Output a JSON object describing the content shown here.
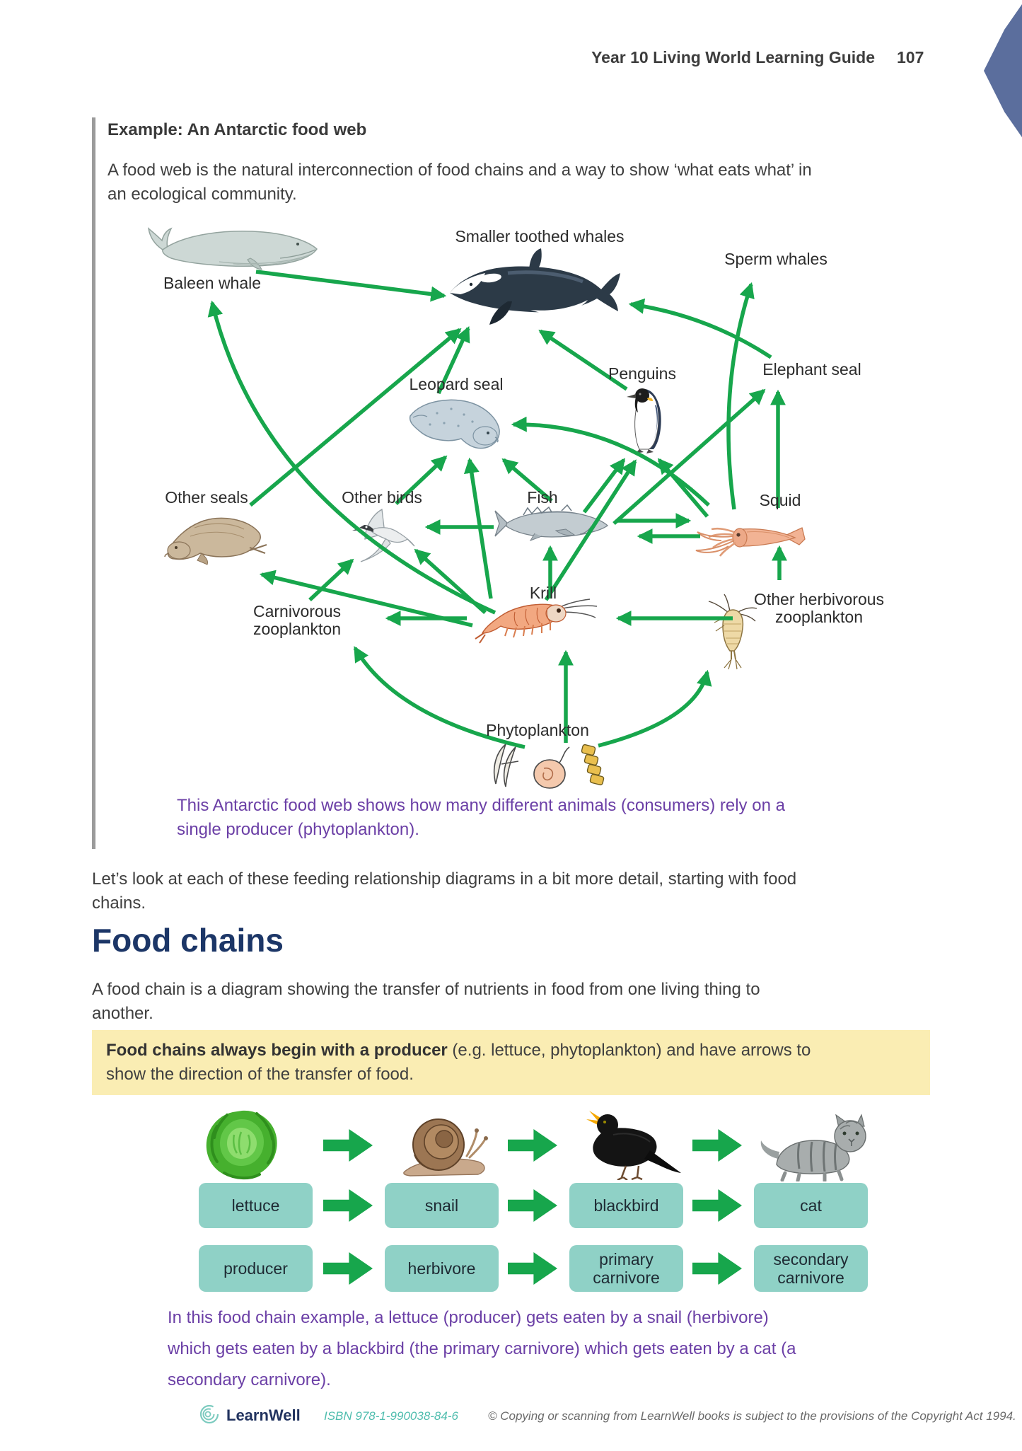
{
  "header": {
    "title": "Year 10 Living World Learning Guide",
    "page_number": "107"
  },
  "example": {
    "heading": "Example: An Antarctic food web",
    "body_lines": [
      "A food web is the natural interconnection of food chains and a way to show ‘what eats what’ in",
      "an ecological community."
    ],
    "caption_lines": [
      "This Antarctic food web shows how many different animals (consumers) rely on a",
      "single producer (phytoplankton)."
    ]
  },
  "food_web": {
    "arrow_color": "#17a64c",
    "labels": {
      "baleen_whale": "Baleen whale",
      "smaller_toothed_whales": "Smaller toothed whales",
      "sperm_whales": "Sperm whales",
      "leopard_seal": "Leopard seal",
      "penguins": "Penguins",
      "elephant_seal": "Elephant seal",
      "other_seals": "Other seals",
      "other_birds": "Other birds",
      "fish": "Fish",
      "squid": "Squid",
      "krill": "Krill",
      "carnivorous_zooplankton": "Carnivorous zooplankton",
      "other_herbivorous_zooplankton": "Other herbivorous zooplankton",
      "phytoplankton": "Phytoplankton"
    },
    "edges": [
      {
        "from": "Baleen whale",
        "to": "Smaller toothed whales"
      },
      {
        "from": "Krill",
        "to": "Baleen whale"
      },
      {
        "from": "Leopard seal",
        "to": "Smaller toothed whales"
      },
      {
        "from": "Penguins",
        "to": "Smaller toothed whales"
      },
      {
        "from": "Elephant seal",
        "to": "Smaller toothed whales"
      },
      {
        "from": "Squid",
        "to": "Sperm whales"
      },
      {
        "from": "Squid",
        "to": "Elephant seal"
      },
      {
        "from": "Fish",
        "to": "Elephant seal"
      },
      {
        "from": "Squid",
        "to": "Leopard seal"
      },
      {
        "from": "Fish",
        "to": "Leopard seal"
      },
      {
        "from": "Krill",
        "to": "Leopard seal"
      },
      {
        "from": "Other birds",
        "to": "Leopard seal"
      },
      {
        "from": "Fish",
        "to": "Penguins"
      },
      {
        "from": "Krill",
        "to": "Penguins"
      },
      {
        "from": "Squid",
        "to": "Penguins"
      },
      {
        "from": "Fish",
        "to": "Other birds"
      },
      {
        "from": "Krill",
        "to": "Other birds"
      },
      {
        "from": "Krill",
        "to": "Fish"
      },
      {
        "from": "Krill",
        "to": "Other seals"
      },
      {
        "from": "Krill",
        "to": "Carnivorous zooplankton"
      },
      {
        "from": "Fish",
        "to": "Squid"
      },
      {
        "from": "Squid",
        "to": "Fish"
      },
      {
        "from": "Other herbivorous zooplankton",
        "to": "Krill"
      },
      {
        "from": "Other herbivorous zooplankton",
        "to": "Squid"
      },
      {
        "from": "Phytoplankton",
        "to": "Krill"
      },
      {
        "from": "Phytoplankton",
        "to": "Carnivorous zooplankton"
      },
      {
        "from": "Phytoplankton",
        "to": "Other herbivorous zooplankton"
      },
      {
        "from": "Carnivorous zooplankton",
        "to": "Other birds"
      },
      {
        "from": "Other seals",
        "to": "Smaller toothed whales"
      }
    ]
  },
  "intro": {
    "lines": [
      "Let’s look at each of these feeding relationship diagrams in a bit more detail, starting with food",
      "chains."
    ]
  },
  "food_chains_section": {
    "heading": "Food chains",
    "body_lines": [
      "A food chain is a diagram showing the transfer of nutrients in food from one living thing to",
      "another."
    ],
    "info_box": {
      "bold_text": "Food chains always begin with a producer",
      "rest_line1": " (e.g. lettuce, phytoplankton) and have arrows to",
      "rest_line2": "show the direction of the transfer of food."
    }
  },
  "food_chain": {
    "organisms": [
      "lettuce",
      "snail",
      "blackbird",
      "cat"
    ],
    "roles": [
      "producer",
      "herbivore",
      "primary carnivore",
      "secondary carnivore"
    ],
    "caption_lines": [
      "In this food chain example, a lettuce (producer) gets eaten by a snail (herbivore)",
      "which gets eaten by a blackbird (the primary carnivore) which gets eaten by a cat (a",
      "secondary carnivore)."
    ]
  },
  "footer": {
    "brand": "LearnWell",
    "isbn": "ISBN 978-1-990038-84-6",
    "copyright": "© Copying or scanning from LearnWell books is subject to the provisions of the Copyright Act 1994."
  },
  "colors": {
    "accent_green": "#17a64c",
    "teal_box": "#8fd1c6",
    "yellow_box": "#faedb3",
    "purple_caption": "#6b3fa6",
    "navy_heading": "#1c3667",
    "corner_blue": "#5b6e9d"
  }
}
